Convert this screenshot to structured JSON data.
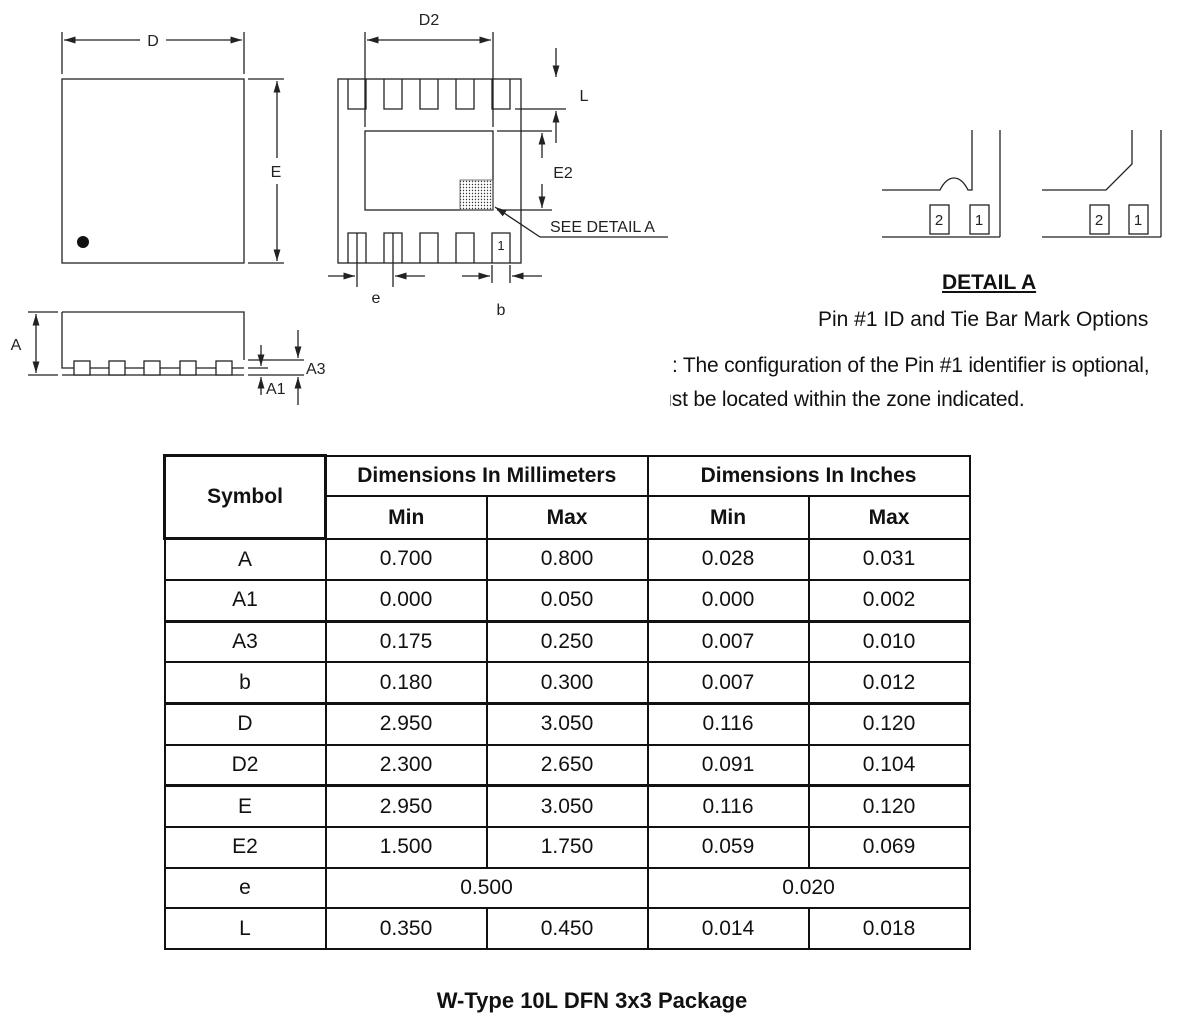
{
  "drawing": {
    "top_view": {
      "dim_D": "D",
      "dim_E": "E"
    },
    "bottom_view": {
      "dim_D2": "D2",
      "dim_E2": "E2",
      "dim_L": "L",
      "dim_e": "e",
      "dim_b": "b",
      "pin1_label": "1",
      "see_detail": "SEE DETAIL A"
    },
    "side_view": {
      "dim_A": "A",
      "dim_A1": "A1",
      "dim_A3": "A3"
    },
    "detail_a": {
      "title": "DETAIL A",
      "subtitle": "Pin #1 ID and Tie Bar Mark Options",
      "option_pins": [
        "2",
        "1"
      ],
      "note_line1": ": The configuration of the Pin #1 identifier is optional,",
      "note_line2": "must be located within the zone indicated."
    }
  },
  "table": {
    "symbol_header": "Symbol",
    "mm_header": "Dimensions In Millimeters",
    "in_header": "Dimensions In Inches",
    "min_label": "Min",
    "max_label": "Max",
    "rows": [
      {
        "symbol": "A",
        "mm_min": "0.700",
        "mm_max": "0.800",
        "in_min": "0.028",
        "in_max": "0.031"
      },
      {
        "symbol": "A1",
        "mm_min": "0.000",
        "mm_max": "0.050",
        "in_min": "0.000",
        "in_max": "0.002"
      },
      {
        "symbol": "A3",
        "mm_min": "0.175",
        "mm_max": "0.250",
        "in_min": "0.007",
        "in_max": "0.010"
      },
      {
        "symbol": "b",
        "mm_min": "0.180",
        "mm_max": "0.300",
        "in_min": "0.007",
        "in_max": "0.012"
      },
      {
        "symbol": "D",
        "mm_min": "2.950",
        "mm_max": "3.050",
        "in_min": "0.116",
        "in_max": "0.120"
      },
      {
        "symbol": "D2",
        "mm_min": "2.300",
        "mm_max": "2.650",
        "in_min": "0.091",
        "in_max": "0.104"
      },
      {
        "symbol": "E",
        "mm_min": "2.950",
        "mm_max": "3.050",
        "in_min": "0.116",
        "in_max": "0.120"
      },
      {
        "symbol": "E2",
        "mm_min": "1.500",
        "mm_max": "1.750",
        "in_min": "0.059",
        "in_max": "0.069"
      },
      {
        "symbol": "L",
        "mm_min": "0.350",
        "mm_max": "0.450",
        "in_min": "0.014",
        "in_max": "0.018"
      }
    ],
    "e_row": {
      "symbol": "e",
      "mm": "0.500",
      "in": "0.020"
    }
  },
  "caption": "W-Type 10L DFN 3x3 Package"
}
